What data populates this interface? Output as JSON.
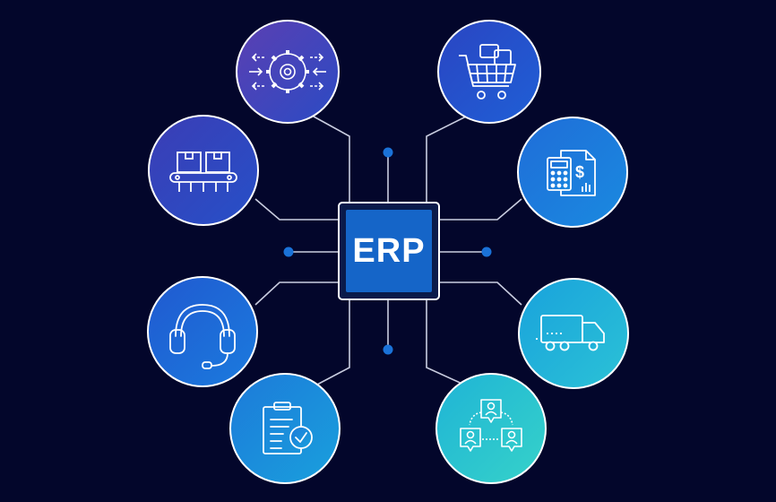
{
  "center": {
    "label": "ERP"
  },
  "colors": {
    "background": "#03062b",
    "line": "#c9cde0",
    "dot": "#1a72d8",
    "chip_fill": "#1565c8",
    "chip_border": "#ffffff"
  },
  "nodes": [
    {
      "id": "production",
      "icon": "gear-with-arrows-icon"
    },
    {
      "id": "purchasing",
      "icon": "shopping-cart-icon"
    },
    {
      "id": "inventory",
      "icon": "conveyor-boxes-icon"
    },
    {
      "id": "accounting",
      "icon": "calculator-invoice-icon"
    },
    {
      "id": "customer-service",
      "icon": "headset-icon"
    },
    {
      "id": "logistics",
      "icon": "delivery-truck-icon"
    },
    {
      "id": "quality-control",
      "icon": "clipboard-check-icon"
    },
    {
      "id": "human-resources",
      "icon": "people-network-icon"
    }
  ]
}
